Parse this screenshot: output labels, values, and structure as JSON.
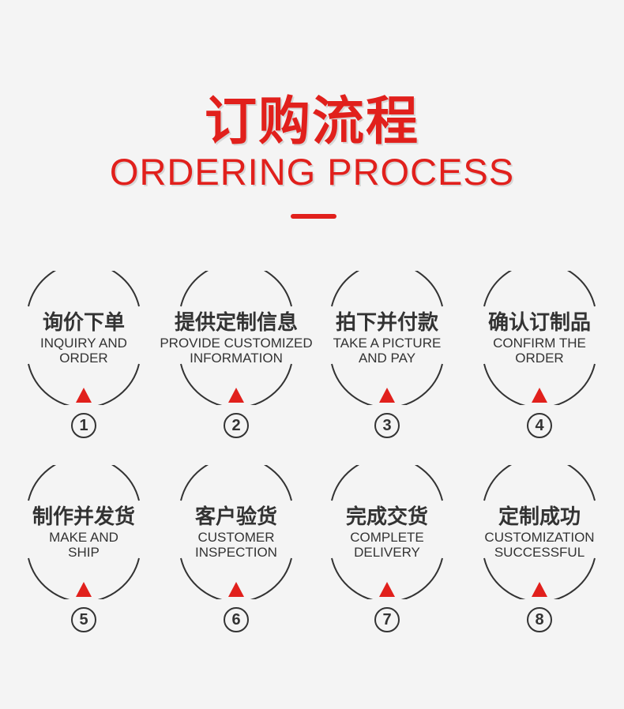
{
  "header": {
    "title_cn": "订购流程",
    "title_en": "ORDERING PROCESS"
  },
  "colors": {
    "accent": "#e1201c",
    "text": "#333333",
    "background": "#f4f4f4"
  },
  "steps": [
    {
      "number": "1",
      "cn": "询价下单",
      "en": "INQUIRY AND\nORDER"
    },
    {
      "number": "2",
      "cn": "提供定制信息",
      "en": "PROVIDE CUSTOMIZED\nINFORMATION"
    },
    {
      "number": "3",
      "cn": "拍下并付款",
      "en": "TAKE A PICTURE\nAND PAY"
    },
    {
      "number": "4",
      "cn": "确认订制品",
      "en": "CONFIRM THE\nORDER"
    },
    {
      "number": "5",
      "cn": "制作并发货",
      "en": "MAKE AND\nSHIP"
    },
    {
      "number": "6",
      "cn": "客户验货",
      "en": "CUSTOMER\nINSPECTION"
    },
    {
      "number": "7",
      "cn": "完成交货",
      "en": "COMPLETE\nDELIVERY"
    },
    {
      "number": "8",
      "cn": "定制成功",
      "en": "CUSTOMIZATION\nSUCCESSFUL"
    }
  ]
}
